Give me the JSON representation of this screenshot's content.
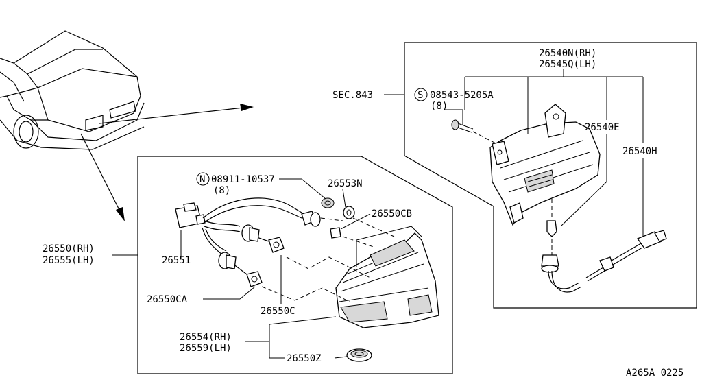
{
  "labels": {
    "sec": "SEC.843",
    "screw_prefix": "S",
    "screw_part": "08543-5205A",
    "screw_qty": "(8)",
    "lamp_rh": "26540N(RH)",
    "lamp_lh": "26545Q(LH)",
    "lamp_e": "26540E",
    "lamp_h": "26540H",
    "nut_prefix": "N",
    "nut_part": "08911-10537",
    "nut_qty": "(8)",
    "p26553n": "26553N",
    "p26550cb": "26550CB",
    "p26551": "26551",
    "assy_rh": "26550(RH)",
    "assy_lh": "26555(LH)",
    "p26550ca": "26550CA",
    "p26550c": "26550C",
    "lens_rh": "26554(RH)",
    "lens_lh": "26559(LH)",
    "p26550z": "26550Z",
    "footer": "A265A 0225"
  }
}
